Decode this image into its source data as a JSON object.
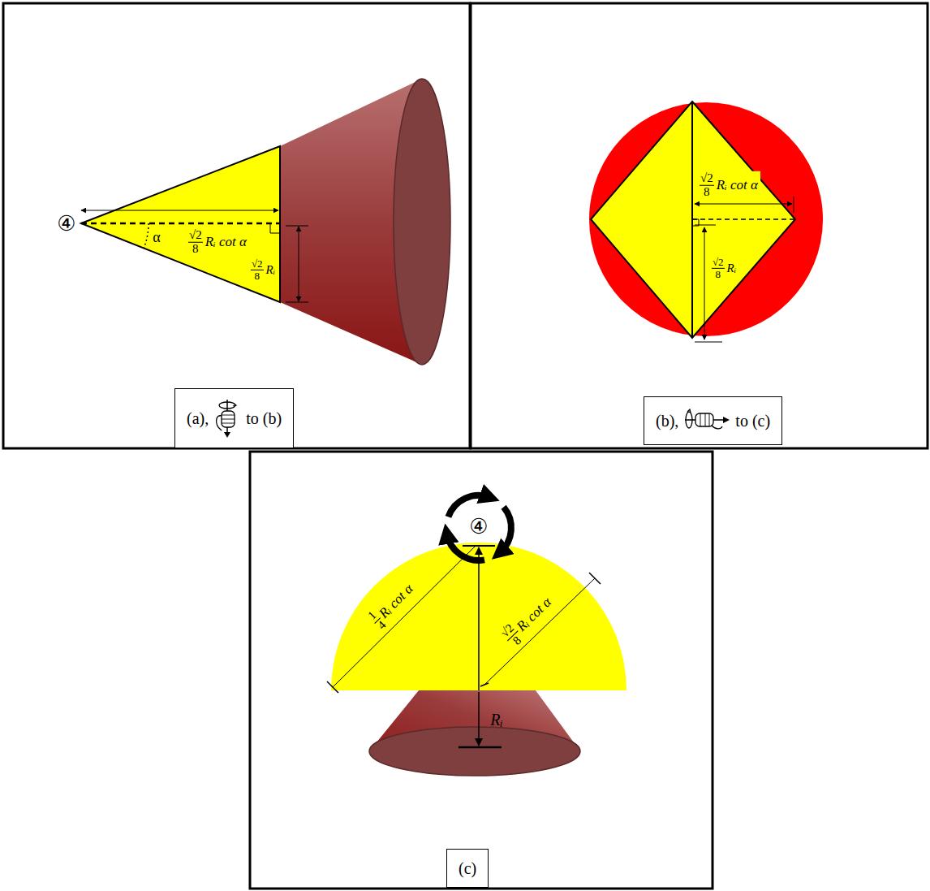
{
  "diagram": {
    "nodes": [
      {
        "text": [
          "(a),",
          "to (b)"
        ]
      },
      {
        "text": [
          "(b),",
          "to (c)"
        ]
      },
      {
        "text": [
          "(c)"
        ]
      }
    ],
    "labels": [
      "④",
      "α",
      "√2",
      "8",
      "Rᵢ cot α",
      "√2",
      "8",
      "Rᵢ",
      "√2",
      "8",
      "Rᵢ cot α",
      "√2",
      "8",
      "Rᵢ",
      "④",
      "1",
      "4",
      "Rᵢ cot α",
      "√2",
      "8",
      "Rᵢ cot α",
      "Rᵢ"
    ]
  }
}
